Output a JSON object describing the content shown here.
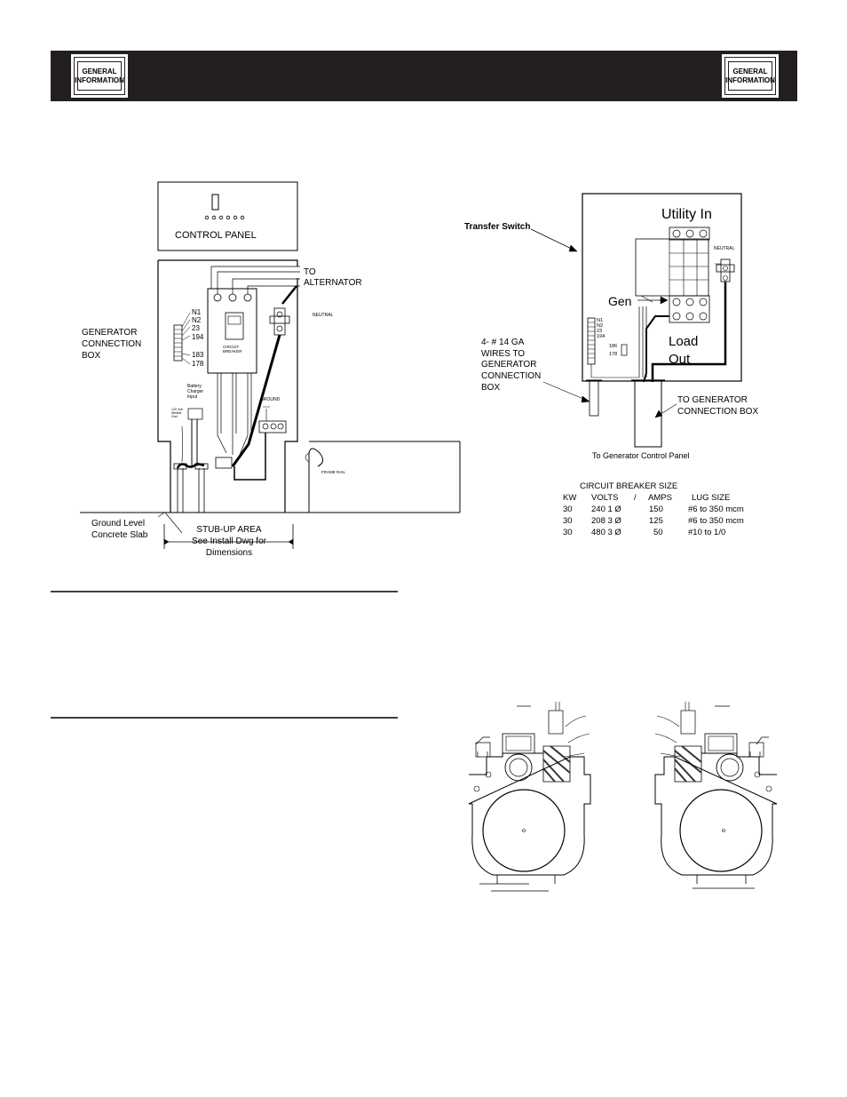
{
  "header": {
    "badge_left": "GENERAL INFORMATION",
    "badge_right": "GENERAL INFORMATION"
  },
  "left_diagram": {
    "control_panel": "CONTROL PANEL",
    "to_alternator": [
      "TO",
      "ALTERNATOR"
    ],
    "neutral": "NEUTRAL",
    "gen_conn_box": [
      "GENERATOR",
      "CONNECTION",
      "BOX"
    ],
    "terminals": [
      "N1",
      "N2",
      "23",
      "194",
      "183",
      "178"
    ],
    "circuit_breaker": [
      "CIRCUIT",
      "BREAKER"
    ],
    "battery_charger": [
      "Battery",
      "Charger",
      "Input"
    ],
    "battery_small": [
      "120 Volt",
      "Neutral",
      "Gnd"
    ],
    "ground": "GROUND",
    "frame_rail": "FRAME RAIL",
    "ground_level": [
      "Ground Level",
      "Concrete Slab"
    ],
    "stub_up": [
      "STUB-UP AREA",
      "See Install Dwg for",
      "Dimensions"
    ]
  },
  "right_diagram": {
    "transfer_switch": "Transfer Switch",
    "utility_in": "Utility In",
    "neutral": "NEUTRAL",
    "gen": "Gen",
    "load_out": [
      "Load",
      "Out"
    ],
    "terminals": [
      "N1",
      "N2",
      "23",
      "194"
    ],
    "terminals2": [
      "186",
      "178"
    ],
    "wires_note": [
      "4- # 14 GA",
      "WIRES TO",
      "GENERATOR",
      "CONNECTION",
      "BOX"
    ],
    "to_gen_box": [
      "TO GENERATOR",
      "CONNECTION BOX"
    ],
    "to_control_panel": "To Generator Control Panel"
  },
  "breaker_table": {
    "title": "CIRCUIT BREAKER SIZE",
    "headers": [
      "KW",
      "VOLTS",
      "/",
      "AMPS",
      "LUG SIZE"
    ],
    "rows": [
      [
        "30",
        "240 1 Ø",
        "150",
        "#6 to 350 mcm"
      ],
      [
        "30",
        "208 3 Ø",
        "125",
        "#6 to 350 mcm"
      ],
      [
        "30",
        "480 3 Ø",
        "50",
        "#10 to 1/0"
      ]
    ]
  }
}
